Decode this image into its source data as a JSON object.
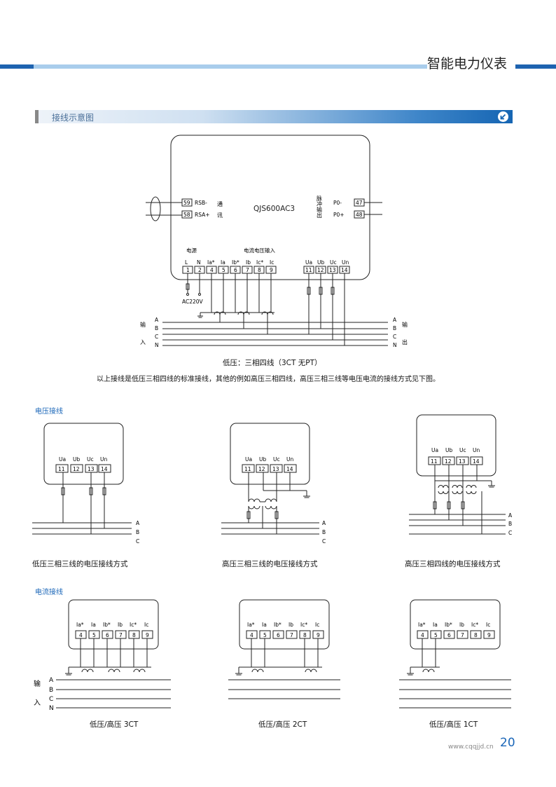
{
  "header": {
    "title": "智能电力仪表"
  },
  "section": {
    "title": "接线示意图"
  },
  "main_diagram": {
    "model": "QJS600AC3",
    "comm_label_1": "通",
    "comm_label_2": "讯",
    "pulse_label": "脉冲输出",
    "power_label": "电源",
    "current_voltage_label": "电流电压输入",
    "terminals": [
      "59",
      "58",
      "47",
      "48",
      "1",
      "2",
      "4",
      "5",
      "6",
      "7",
      "8",
      "9",
      "11",
      "12",
      "13",
      "14"
    ],
    "terminal_names": [
      "RSB-",
      "RSA+",
      "P0-",
      "P0+",
      "L",
      "N",
      "Ia*",
      "Ia",
      "Ib*",
      "Ib",
      "Ic*",
      "Ic",
      "Ua",
      "Ub",
      "Uc",
      "Un"
    ],
    "supply": "AC220V",
    "phases": [
      "A",
      "B",
      "C",
      "N"
    ],
    "input_1": "输",
    "input_2": "入",
    "output_1": "输",
    "output_2": "出",
    "caption": "低压：三相四线（3CT 无PT）"
  },
  "note": "以上接线是低压三相四线的标准接线，其他的例如高压三相四线，高压三相三线等电压电流的接线方式见下图。",
  "voltage_section": {
    "title": "电压接线",
    "terminal_names": [
      "Ua",
      "Ub",
      "Uc",
      "Un"
    ],
    "terminals": [
      "11",
      "12",
      "13",
      "14"
    ],
    "phases3": [
      "A",
      "B",
      "C"
    ],
    "captions": [
      "低压三相三线的电压接线方式",
      "高压三相三线的电压接线方式",
      "高压三相四线的电压接线方式"
    ]
  },
  "current_section": {
    "title": "电流接线",
    "terminal_names": [
      "Ia*",
      "Ia",
      "Ib*",
      "Ib",
      "Ic*",
      "Ic"
    ],
    "terminals": [
      "4",
      "5",
      "6",
      "7",
      "8",
      "9"
    ],
    "phases": [
      "A",
      "B",
      "C",
      "N"
    ],
    "input_1": "输",
    "input_2": "入",
    "captions": [
      "低压/高压 3CT",
      "低压/高压 2CT",
      "低压/高压 1CT"
    ]
  },
  "footer": {
    "url": "www.cqqjjd.cn",
    "page": "20"
  }
}
